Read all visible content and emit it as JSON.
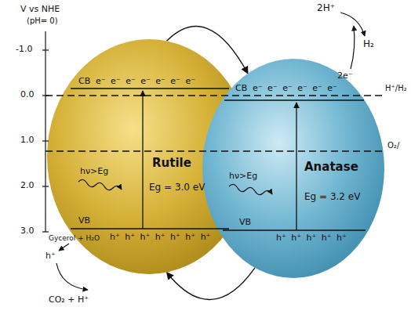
{
  "diagram": {
    "nodes": [
      {
        "text": [
          "Rutile",
          "Eg = 3.0 eV",
          "hν>Eg",
          "CB",
          "e⁻ e⁻ e⁻ e⁻ e⁻ e⁻ e⁻",
          "VB",
          "h⁺ h⁺ h⁺ h⁺ h⁺ h⁺ h⁺"
        ]
      },
      {
        "text": [
          "Anatase",
          "Eg = 3.2 eV",
          "hν>Eg",
          "CB",
          "e⁻ e⁻ e⁻ e⁻ e⁻ e⁻",
          "2e⁻",
          "VB",
          "h⁺ h⁺ h⁺ h⁺ h⁺"
        ]
      }
    ],
    "edges": [
      {
        "from": 0,
        "to": 1,
        "arrow": "to"
      },
      {
        "from": 1,
        "to": 0,
        "arrow": "to"
      }
    ],
    "labels": [
      "V vs NHE",
      "(pH= 0)",
      "-1.0",
      "0.0",
      "1.0",
      "2.0",
      "3.0",
      "2H⁺",
      "H₂",
      "H⁺/H₂",
      "O₂/",
      "Gycerol + H₂O",
      "h⁺",
      "CO₂ + H⁺"
    ]
  }
}
